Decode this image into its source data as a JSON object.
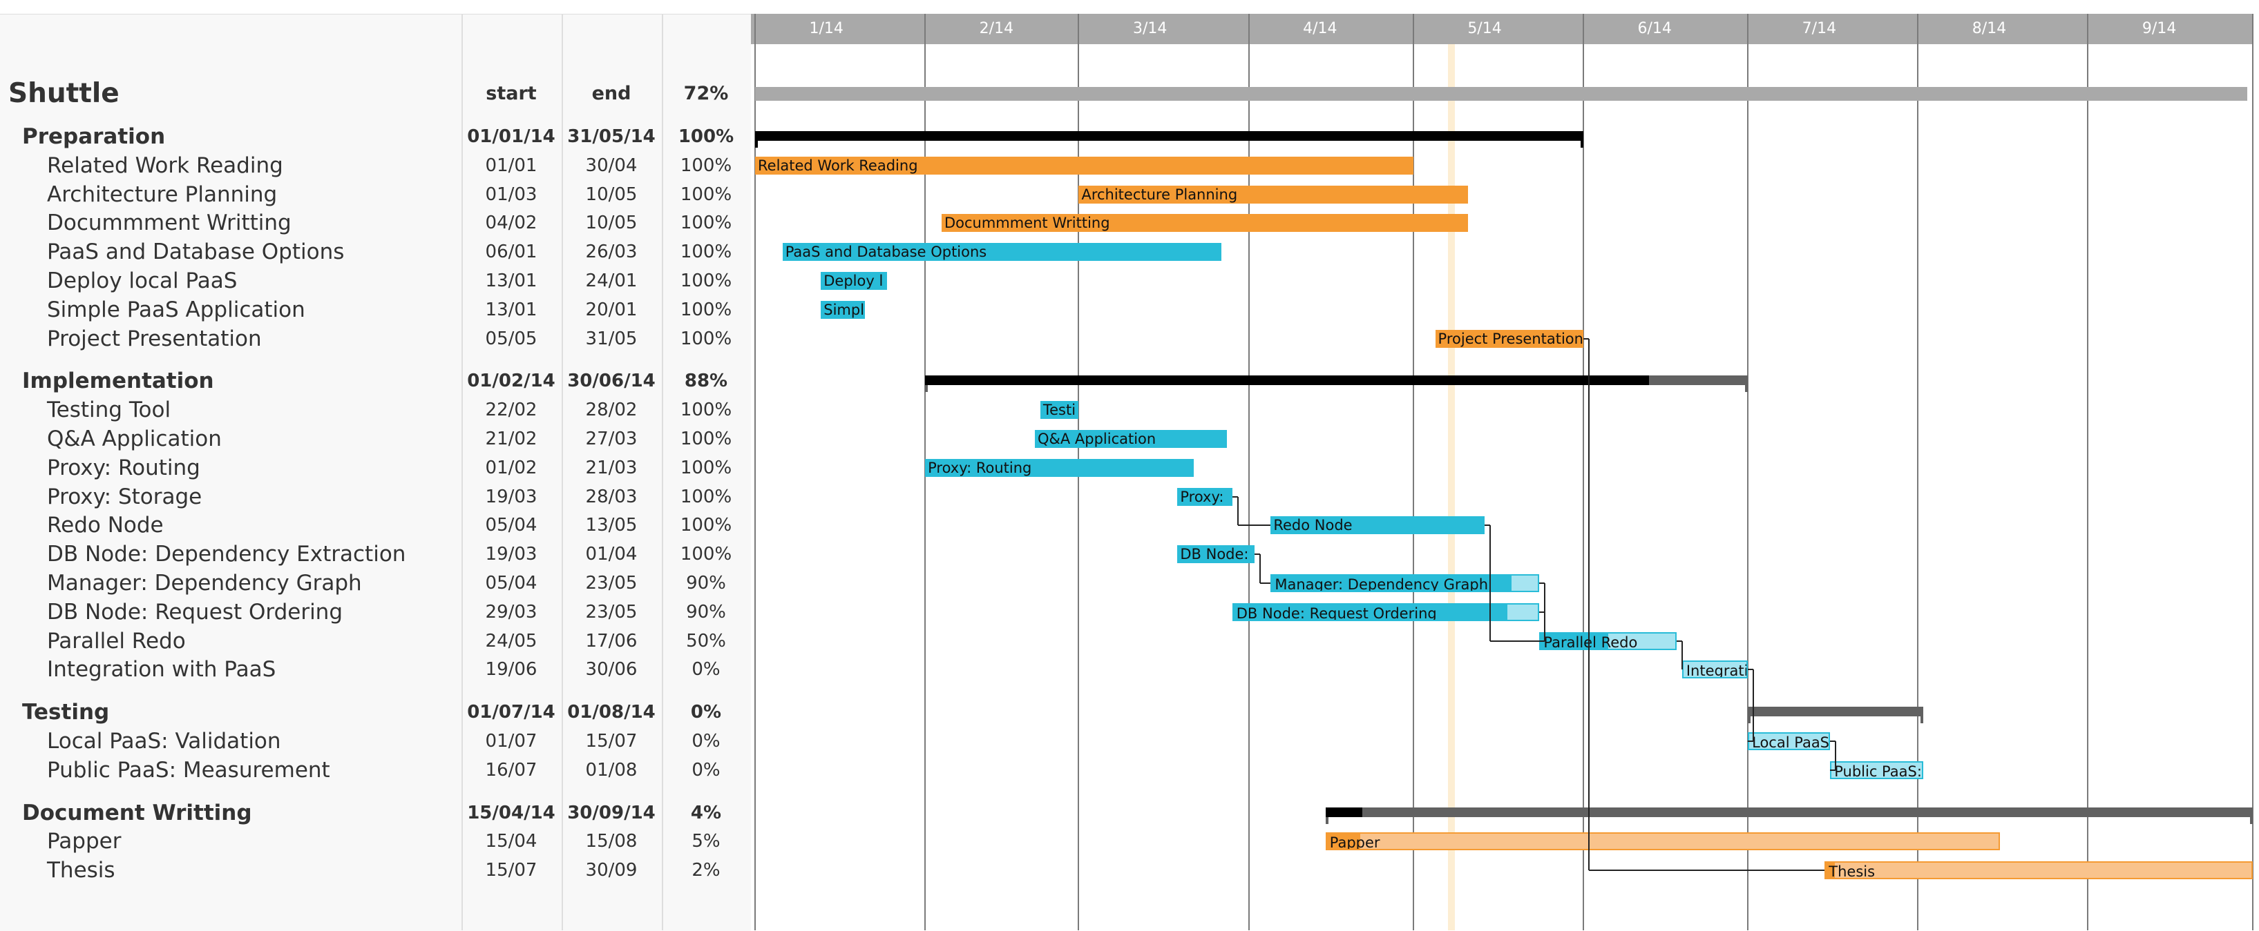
{
  "project": {
    "name": "Shuttle",
    "start_header": "start",
    "end_header": "end",
    "percent": "72%"
  },
  "months": [
    "1/14",
    "2/14",
    "3/14",
    "4/14",
    "5/14",
    "6/14",
    "7/14",
    "8/14",
    "9/14"
  ],
  "groups": [
    {
      "name": "Preparation",
      "start": "01/01/14",
      "end": "31/05/14",
      "percent": "100%",
      "tasks": [
        {
          "name": "Related Work Reading",
          "start": "01/01",
          "end": "30/04",
          "percent": "100%",
          "color": "orange",
          "bar_label": "Related Work Reading"
        },
        {
          "name": "Architecture Planning",
          "start": "01/03",
          "end": "10/05",
          "percent": "100%",
          "color": "orange",
          "bar_label": "Architecture Planning"
        },
        {
          "name": "Docummment Writting",
          "start": "04/02",
          "end": "10/05",
          "percent": "100%",
          "color": "orange",
          "bar_label": "Docummment Writting"
        },
        {
          "name": "PaaS and Database Options",
          "start": "06/01",
          "end": "26/03",
          "percent": "100%",
          "color": "blue",
          "bar_label": "PaaS and Database Options"
        },
        {
          "name": "Deploy local PaaS",
          "start": "13/01",
          "end": "24/01",
          "percent": "100%",
          "color": "blue",
          "bar_label": "Deploy l"
        },
        {
          "name": "Simple PaaS Application",
          "start": "13/01",
          "end": "20/01",
          "percent": "100%",
          "color": "blue",
          "bar_label": "Simpl"
        },
        {
          "name": "Project Presentation",
          "start": "05/05",
          "end": "31/05",
          "percent": "100%",
          "color": "orange",
          "bar_label": "Project Presentation"
        }
      ]
    },
    {
      "name": "Implementation",
      "start": "01/02/14",
      "end": "30/06/14",
      "percent": "88%",
      "tasks": [
        {
          "name": "Testing Tool",
          "start": "22/02",
          "end": "28/02",
          "percent": "100%",
          "color": "blue",
          "bar_label": "Testi"
        },
        {
          "name": "Q&A Application",
          "start": "21/02",
          "end": "27/03",
          "percent": "100%",
          "color": "blue",
          "bar_label": "Q&A Application"
        },
        {
          "name": "Proxy: Routing",
          "start": "01/02",
          "end": "21/03",
          "percent": "100%",
          "color": "blue",
          "bar_label": "Proxy: Routing"
        },
        {
          "name": "Proxy: Storage",
          "start": "19/03",
          "end": "28/03",
          "percent": "100%",
          "color": "blue",
          "bar_label": "Proxy:"
        },
        {
          "name": "Redo Node",
          "start": "05/04",
          "end": "13/05",
          "percent": "100%",
          "color": "blue",
          "bar_label": "Redo Node"
        },
        {
          "name": "DB Node: Dependency Extraction",
          "start": "19/03",
          "end": "01/04",
          "percent": "100%",
          "color": "blue",
          "bar_label": "DB Node:"
        },
        {
          "name": "Manager: Dependency Graph",
          "start": "05/04",
          "end": "23/05",
          "percent": "90%",
          "color": "blue",
          "bar_label": "Manager: Dependency Graph"
        },
        {
          "name": "DB Node: Request Ordering",
          "start": "29/03",
          "end": "23/05",
          "percent": "90%",
          "color": "blue",
          "bar_label": "DB Node: Request Ordering"
        },
        {
          "name": "Parallel Redo",
          "start": "24/05",
          "end": "17/06",
          "percent": "50%",
          "color": "blue",
          "bar_label": "Parallel Redo"
        },
        {
          "name": "Integration with PaaS",
          "start": "19/06",
          "end": "30/06",
          "percent": "0%",
          "color": "blue",
          "bar_label": "Integrati"
        }
      ]
    },
    {
      "name": "Testing",
      "start": "01/07/14",
      "end": "01/08/14",
      "percent": "0%",
      "tasks": [
        {
          "name": "Local PaaS: Validation",
          "start": "01/07",
          "end": "15/07",
          "percent": "0%",
          "color": "blue",
          "bar_label": "Local PaaS:"
        },
        {
          "name": "Public PaaS: Measurement",
          "start": "16/07",
          "end": "01/08",
          "percent": "0%",
          "color": "blue",
          "bar_label": "Public PaaS:"
        }
      ]
    },
    {
      "name": "Document Writting",
      "start": "15/04/14",
      "end": "30/09/14",
      "percent": "4%",
      "tasks": [
        {
          "name": "Papper",
          "start": "15/04",
          "end": "15/08",
          "percent": "5%",
          "color": "orange",
          "bar_label": "Papper"
        },
        {
          "name": "Thesis",
          "start": "15/07",
          "end": "30/09",
          "percent": "2%",
          "color": "orange",
          "bar_label": "Thesis"
        }
      ]
    }
  ],
  "today": "2014-05-08",
  "colors": {
    "orange": "#f59b33",
    "blue": "#29bcd8",
    "summary": "#616161",
    "header": "#a9a9a9",
    "today": "#fdeed3"
  }
}
